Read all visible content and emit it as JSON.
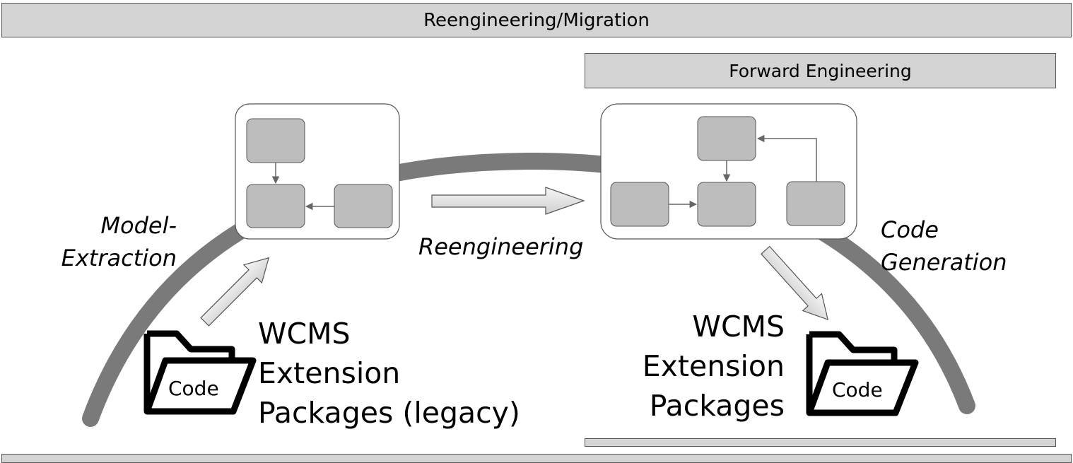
{
  "top_band": {
    "label": "Reengineering/Migration"
  },
  "forward_band": {
    "label": "Forward Engineering"
  },
  "labels": {
    "model_extraction_line1": "Model-",
    "model_extraction_line2": "Extraction",
    "reengineering": "Reengineering",
    "code_generation_line1": "Code",
    "code_generation_line2": "Generation"
  },
  "legacy_package": {
    "line1": "WCMS",
    "line2": "Extension",
    "line3": "Packages (legacy)",
    "folder_label": "Code"
  },
  "new_package": {
    "line1": "WCMS",
    "line2": "Extension",
    "line3": "Packages",
    "folder_label": "Code"
  },
  "colors": {
    "band_fill": "#d4d4d4",
    "arc": "#7a7a7a",
    "node_fill": "#bdbdbd",
    "arrow_fill": "#e6e6e6"
  },
  "icons": [
    "folder-icon",
    "folder-icon"
  ]
}
